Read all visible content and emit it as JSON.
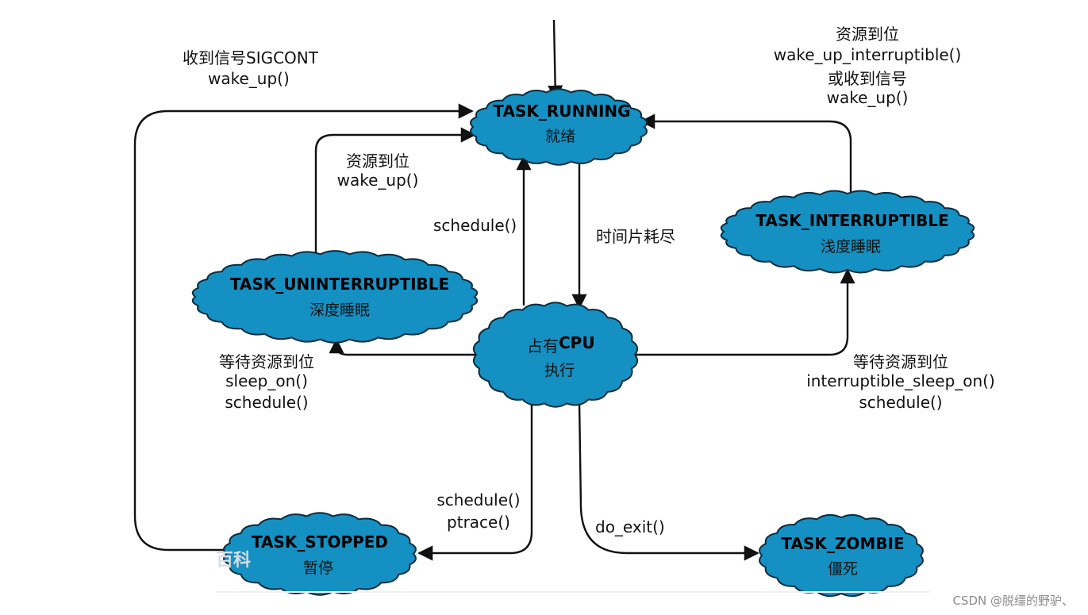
{
  "states": {
    "running": {
      "title": "TASK_RUNNING",
      "sub": "就绪"
    },
    "cpu": {
      "title": "CPU",
      "prefix": "占有",
      "sub": "执行"
    },
    "uninterruptible": {
      "title": "TASK_UNINTERRUPTIBLE",
      "sub": "深度睡眠"
    },
    "interruptible": {
      "title": "TASK_INTERRUPTIBLE",
      "sub": "浅度睡眠"
    },
    "stopped": {
      "title": "TASK_STOPPED",
      "sub": "暂停"
    },
    "zombie": {
      "title": "TASK_ZOMBIE",
      "sub": "僵死"
    }
  },
  "labels": {
    "sigcont_line1": "收到信号SIGCONT",
    "sigcont_line2": "wake_up()",
    "int_wake_line1": "资源到位",
    "int_wake_line2": "wake_up_interruptible()",
    "int_wake_line3": "或收到信号",
    "int_wake_line4": "wake_up()",
    "unint_wake_line1": "资源到位",
    "unint_wake_line2": "wake_up()",
    "schedule_up": "schedule()",
    "timeslice": "时间片耗尽",
    "wait_unint_line1": "等待资源到位",
    "wait_unint_line2": "sleep_on()",
    "wait_unint_line3": "schedule()",
    "wait_int_line1": "等待资源到位",
    "wait_int_line2": "interruptible_sleep_on()",
    "wait_int_line3": "schedule()",
    "stop_line1": "schedule()",
    "stop_line2": "ptrace()",
    "exit": "do_exit()"
  },
  "watermark": "CSDN @脱缰的野驴、",
  "watermark_left": "百科",
  "colors": {
    "cloud_fill": "#1590c2",
    "cloud_stroke": "#0a2b3c",
    "edge": "#111111"
  }
}
